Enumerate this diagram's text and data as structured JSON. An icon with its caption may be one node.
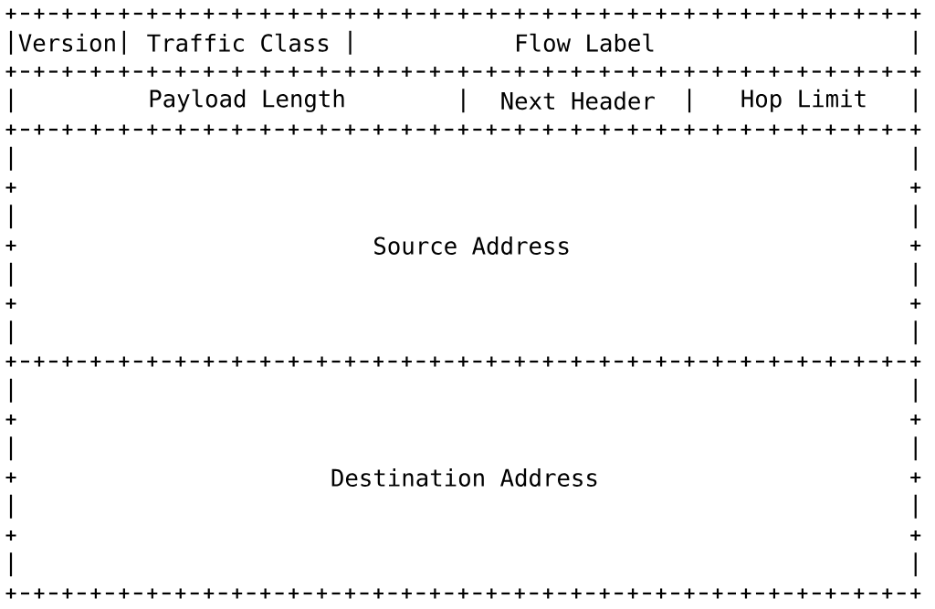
{
  "diagram": {
    "nodes": [
      {
        "text": [
          "Version"
        ]
      },
      {
        "text": [
          "Traffic Class"
        ]
      },
      {
        "text": [
          "Flow Label"
        ]
      },
      {
        "text": [
          "Payload Length"
        ]
      },
      {
        "text": [
          "Next Header"
        ]
      },
      {
        "text": [
          "Hop Limit"
        ]
      },
      {
        "text": [
          "Source Address"
        ]
      },
      {
        "text": [
          "Destination Address"
        ]
      }
    ]
  }
}
